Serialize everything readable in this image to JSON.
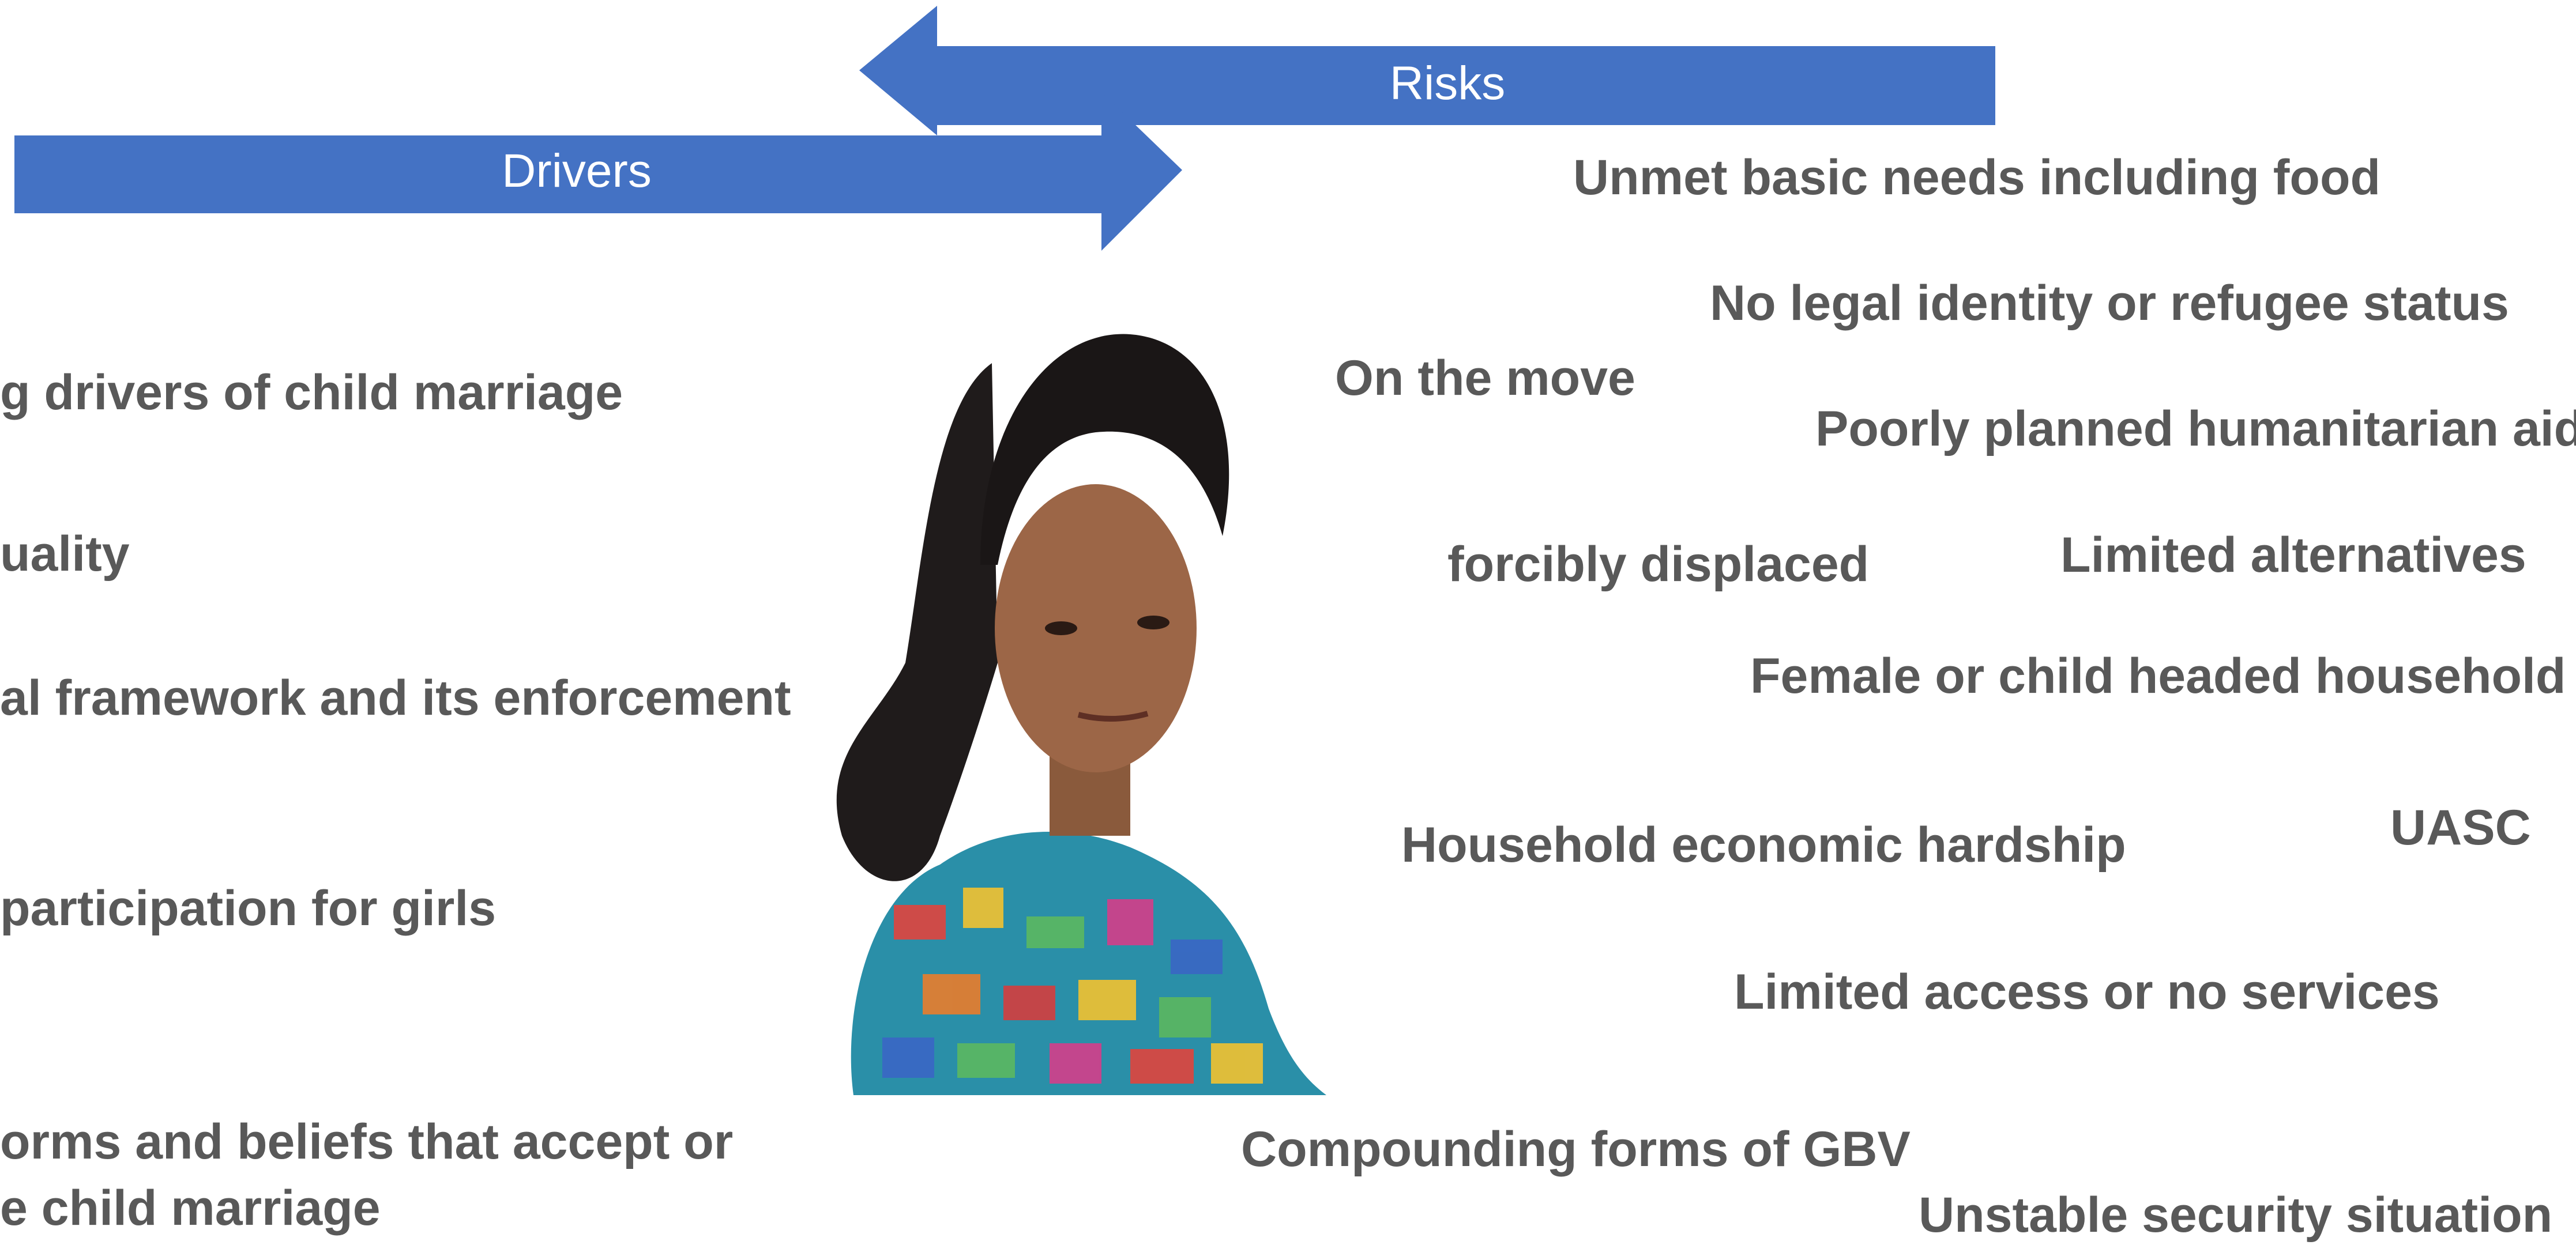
{
  "arrows": {
    "risks_label": "Risks",
    "drivers_label": "Drivers",
    "arrow_color": "#4472C4"
  },
  "drivers": {
    "item1": "g drivers of child marriage",
    "item2": "uality",
    "item3": "al framework and its enforcement",
    "item4": "participation for girls",
    "item5_line1": "orms and beliefs that accept or",
    "item5_line2": "e child marriage"
  },
  "risks": {
    "unmet_needs": "Unmet basic needs including food",
    "no_legal_identity": "No legal identity or refugee status",
    "on_the_move": "On the move",
    "poorly_planned_aid": "Poorly planned humanitarian aid",
    "forcibly_displaced": "forcibly displaced",
    "limited_alternatives": "Limited alternatives",
    "female_child_headed": "Female or child headed household",
    "economic_hardship": "Household economic hardship",
    "uasc": "UASC",
    "limited_access": "Limited access or no services",
    "compounding_gbv": "Compounding forms of GBV",
    "unstable_security": "Unstable security situation"
  },
  "image": {
    "description_icon": "woman-portrait"
  }
}
